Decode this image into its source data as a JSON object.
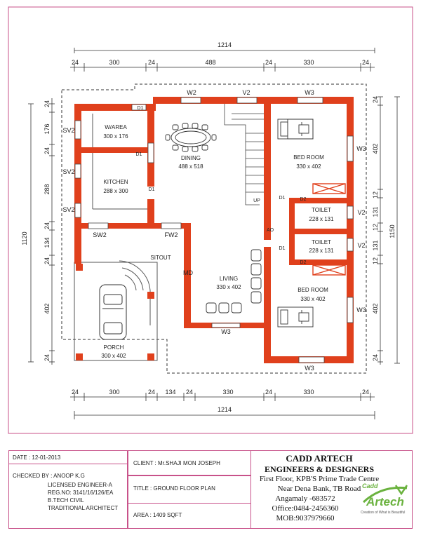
{
  "overall_dimensions": {
    "top_total": "1214",
    "top_segments": [
      "24",
      "300",
      "24",
      "488",
      "24",
      "330",
      "24"
    ],
    "bottom_total": "1214",
    "bottom_segments": [
      "24",
      "300",
      "24",
      "134",
      "24",
      "330",
      "24",
      "330",
      "24"
    ],
    "left_total": "1120",
    "left_segments": [
      "24",
      "176",
      "24",
      "288",
      "24",
      "134",
      "24",
      "402",
      "24"
    ],
    "right_total": "1150",
    "right_segments": [
      "24",
      "402",
      "12",
      "131",
      "12",
      "131",
      "12",
      "402",
      "24"
    ]
  },
  "rooms": {
    "work_area": {
      "name": "W/AREA",
      "size": "300 x 176"
    },
    "kitchen": {
      "name": "KITCHEN",
      "size": "288 x 300"
    },
    "dining": {
      "name": "DINING",
      "size": "488 x 518"
    },
    "bedroom_top": {
      "name": "BED ROOM",
      "size": "330 x 402"
    },
    "toilet_top": {
      "name": "TOILET",
      "size": "228 x 131"
    },
    "toilet_bottom": {
      "name": "TOILET",
      "size": "228 x 131"
    },
    "bedroom_bottom": {
      "name": "BED ROOM",
      "size": "330 x 402"
    },
    "sitout": {
      "name": "SITOUT"
    },
    "living": {
      "name": "LIVING",
      "size": "330 x 402"
    },
    "porch": {
      "name": "PORCH",
      "size": "300 x 402"
    }
  },
  "openings": {
    "w2": "W2",
    "v2": "V2",
    "w3": "W3",
    "sv2": "SV2",
    "sw2": "SW2",
    "fw2": "FW2",
    "d1": "D1",
    "d2": "D2",
    "md": "MD",
    "up": "UP",
    "ao": "AO"
  },
  "title_block": {
    "date": "DATE : 12-01-2013",
    "checked_by": "CHECKED BY : ANOOP K.G",
    "engineer_lines": [
      "LICENSED ENGINEER-A",
      "REG.NO: 3141/16/126/EA",
      "B.TECH CIVIL",
      "TRADITIONAL ARCHITECT"
    ],
    "client": "CLIENT : Mr.SHAJI MON JOSEPH",
    "title": "TITLE : GROUND FLOOR PLAN",
    "area": "AREA :  1409 SQFT",
    "firm_name": "CADD ARTECH",
    "firm_sub": "ENGINEERS & DESIGNERS",
    "address_lines": [
      "First Floor, KPB'S Prime Trade Centre",
      "Near Dena Bank, TB Road",
      "Angamaly -683572",
      "Office:0484-2456360",
      "MOB:9037979660"
    ],
    "logo_top": "Cadd",
    "logo_main": "Artech",
    "logo_tagline": "Creation of What is Beautiful"
  },
  "colors": {
    "wall": "#e0401c",
    "frame": "#c8528a",
    "logo": "#6ab23e"
  }
}
